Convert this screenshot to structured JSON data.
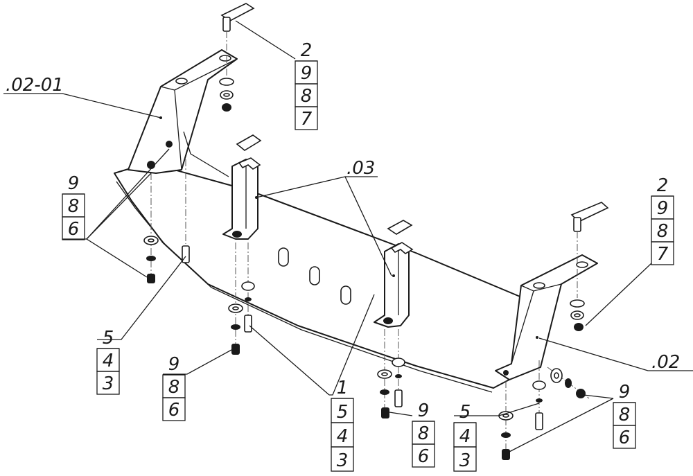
{
  "labels": {
    "part_0201": ".02-01",
    "part_03": ".03",
    "part_02": ".02"
  },
  "callouts": {
    "top_bolt_left": [
      "2",
      "9",
      "8",
      "7"
    ],
    "left_side_nuts": [
      "9",
      "8",
      "6"
    ],
    "right_side_bolt": [
      "2",
      "9",
      "8",
      "7"
    ],
    "left_bolt_stack": [
      "5",
      "4",
      "3"
    ],
    "bottom_nuts_left": [
      "9",
      "8",
      "6"
    ],
    "center_stack": [
      "1",
      "5",
      "4",
      "3"
    ],
    "center_nuts": [
      "9",
      "8",
      "6"
    ],
    "right_bolt_stack": [
      "5",
      "4",
      "3"
    ],
    "right_nuts": [
      "9",
      "8",
      "6"
    ]
  }
}
